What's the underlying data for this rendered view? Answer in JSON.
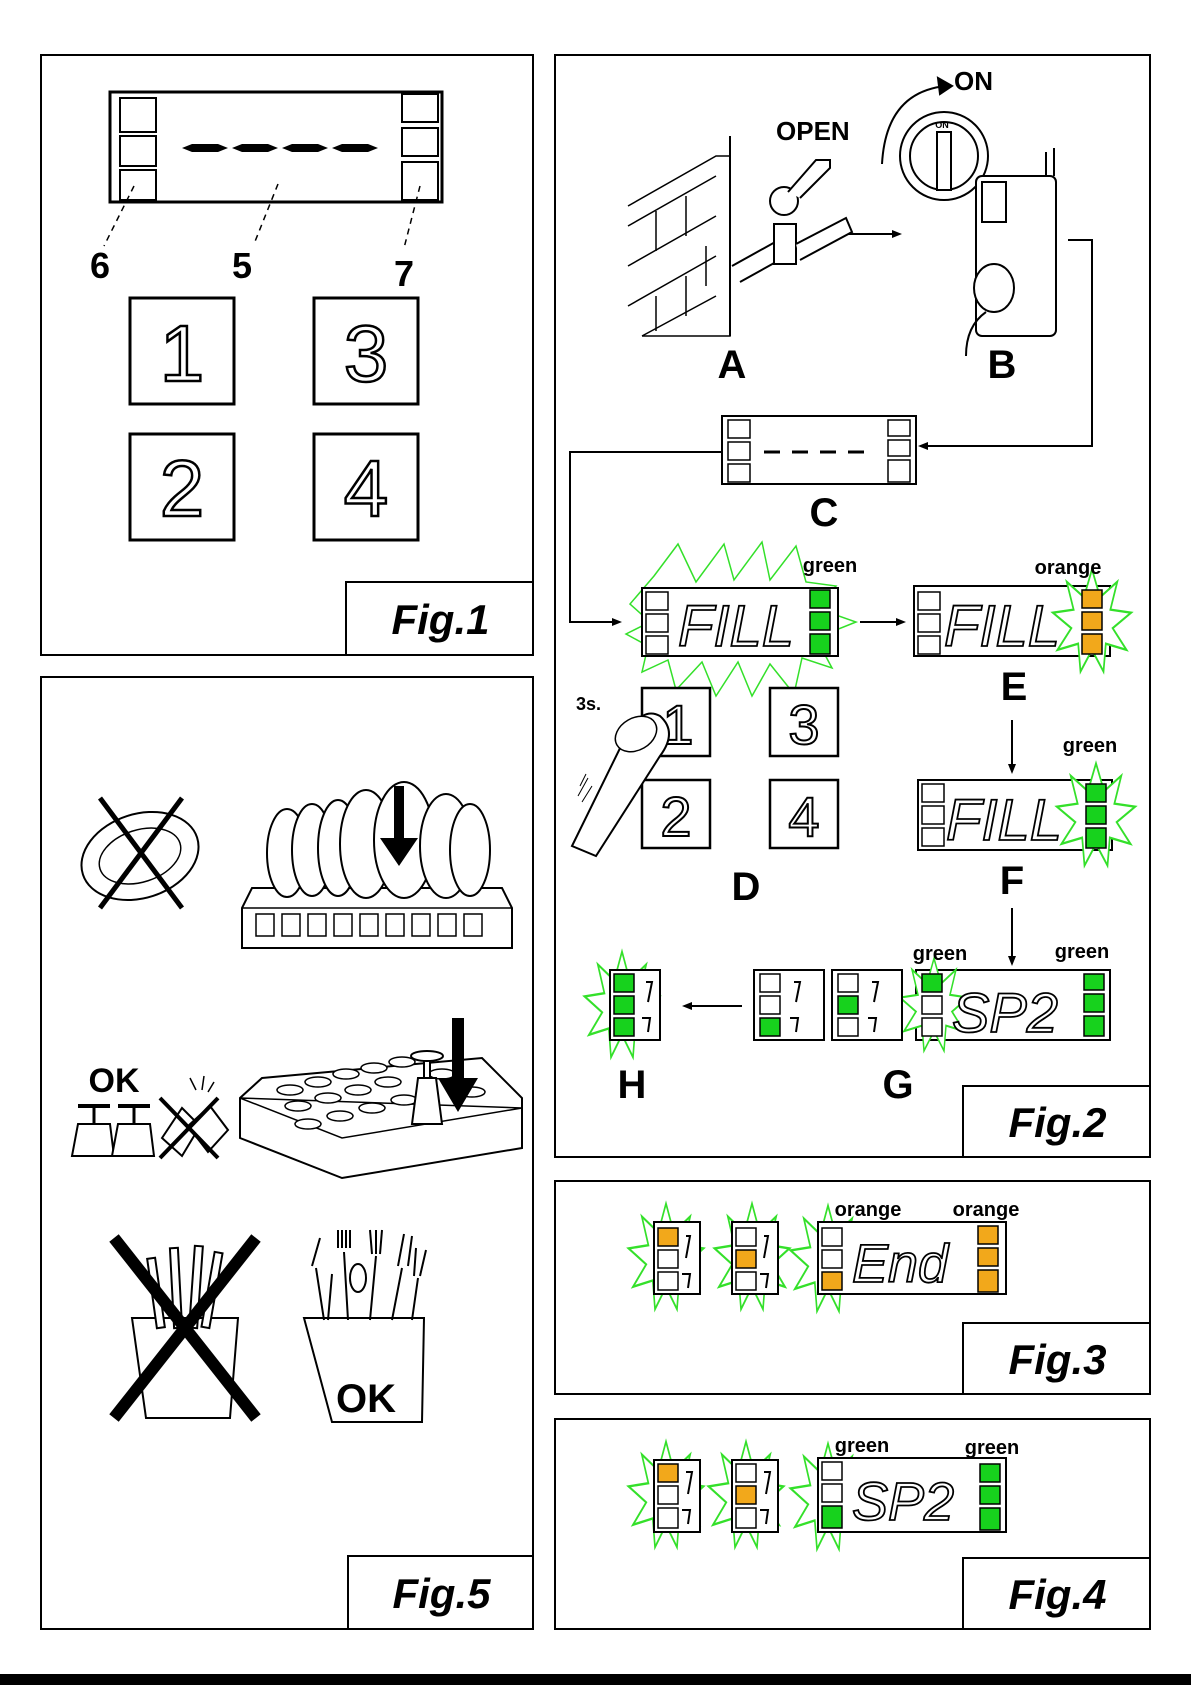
{
  "fig1": {
    "label": "Fig.1",
    "display_dashes": "- - - -",
    "callouts": [
      "6",
      "5",
      "7"
    ],
    "buttons": [
      "1",
      "3",
      "2",
      "4"
    ]
  },
  "fig2": {
    "label": "Fig.2",
    "step_a": {
      "letter": "A",
      "text": "OPEN"
    },
    "step_b": {
      "letter": "B",
      "text": "ON",
      "switch_mark": "ON"
    },
    "step_c": {
      "letter": "C"
    },
    "step_d": {
      "letter": "D",
      "press_time": "3s.",
      "buttons": [
        "1",
        "3",
        "2",
        "4"
      ]
    },
    "display_d": {
      "text": "FILL",
      "led_color_name": "green"
    },
    "step_e": {
      "letter": "E",
      "text": "FILL",
      "led_color_name": "orange"
    },
    "step_f": {
      "letter": "F",
      "text": "FILL",
      "led_color_name": "green"
    },
    "step_g": {
      "letter": "G",
      "text": "SP2",
      "left_color_name": "green",
      "right_color_name": "green"
    },
    "step_h": {
      "letter": "H"
    }
  },
  "fig3": {
    "label": "Fig.3",
    "text": "End",
    "left_color_name": "orange",
    "right_color_name": "orange"
  },
  "fig4": {
    "label": "Fig.4",
    "text": "SP2",
    "left_color_name": "green",
    "right_color_name": "green"
  },
  "fig5": {
    "label": "Fig.5",
    "ok_glasses": "OK",
    "ok_cutlery": "OK"
  },
  "colors": {
    "green": "#17d21d",
    "orange": "#f2a81b",
    "glow": "#34e02a"
  }
}
